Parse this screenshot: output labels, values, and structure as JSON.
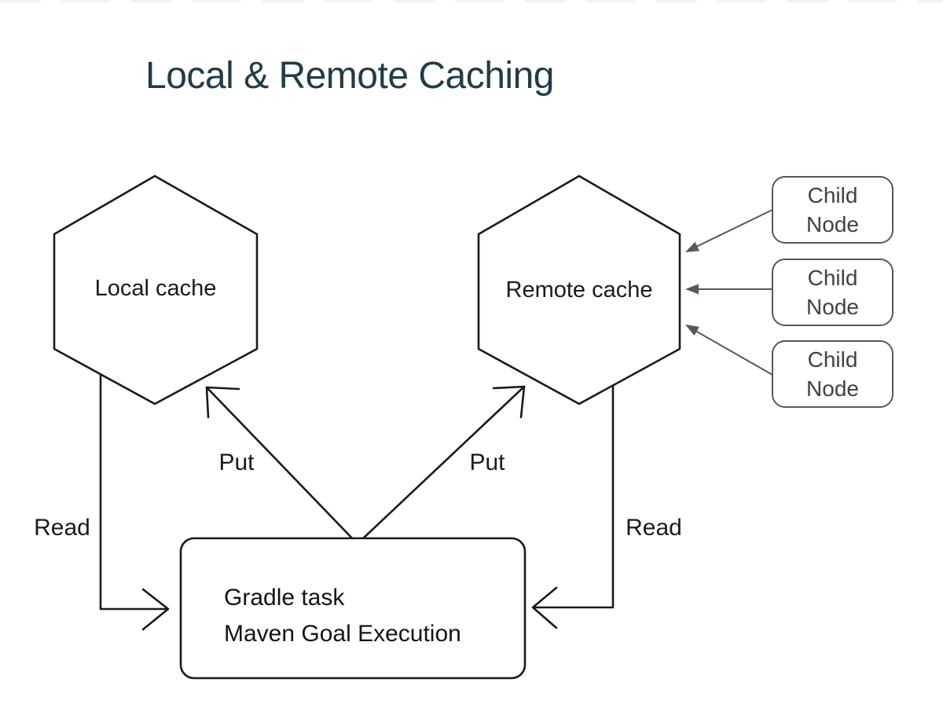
{
  "title": "Local & Remote Caching",
  "colors": {
    "title": "#223c46",
    "line": "#1a1a1a",
    "muted": "#55585c",
    "muted_text": "#404346"
  },
  "nodes": {
    "local_cache": {
      "label": "Local cache"
    },
    "remote_cache": {
      "label": "Remote cache"
    },
    "task": {
      "label": "Gradle task\nMaven Goal Execution"
    },
    "child_nodes": [
      {
        "label": "Child\nNode"
      },
      {
        "label": "Child\nNode"
      },
      {
        "label": "Child\nNode"
      }
    ]
  },
  "edges": {
    "put_left": {
      "label": "Put"
    },
    "put_right": {
      "label": "Put"
    },
    "read_left": {
      "label": "Read"
    },
    "read_right": {
      "label": "Read"
    }
  }
}
